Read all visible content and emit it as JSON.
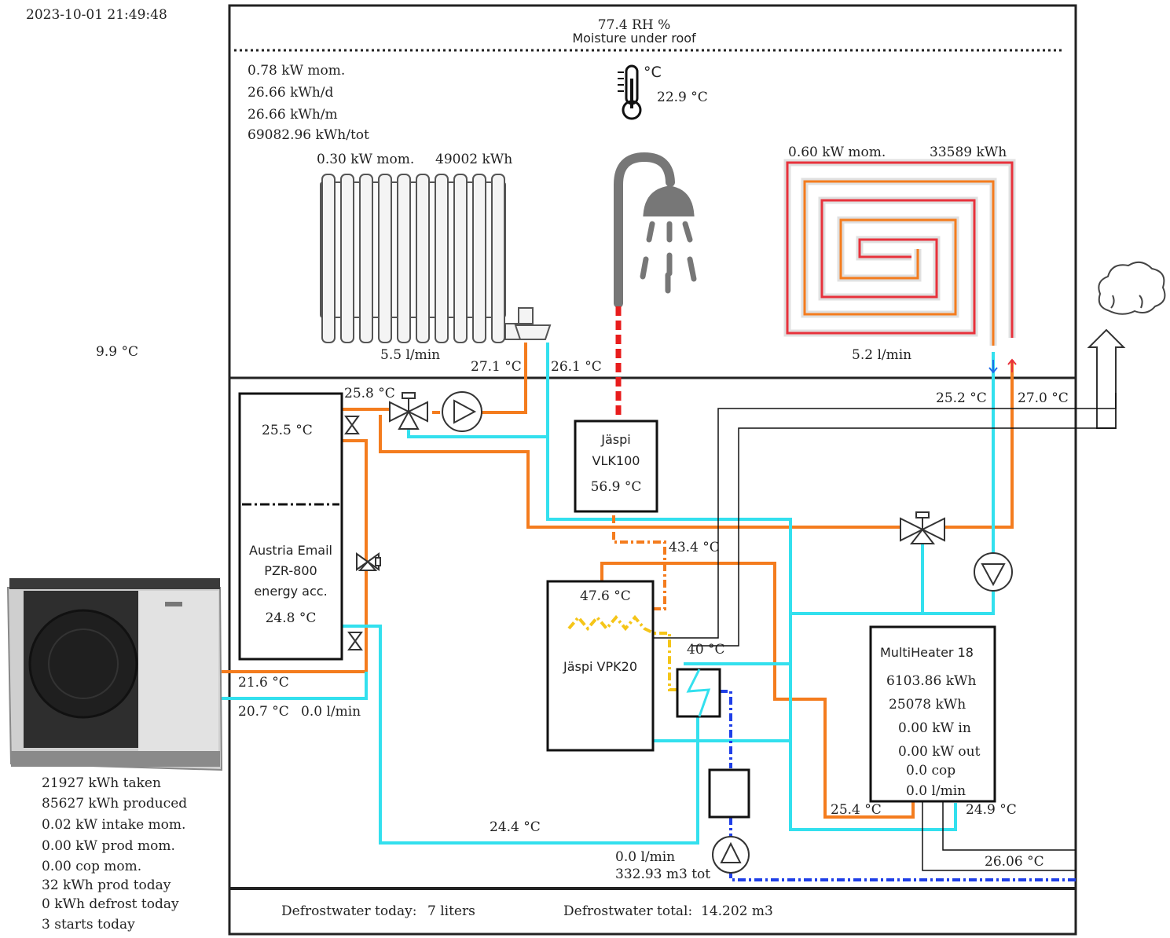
{
  "timestamp": "2023-10-01 21:49:48",
  "outdoor_temp": "9.9 °C",
  "roof": {
    "humidity": "77.4 RH %",
    "label": "Moisture under roof"
  },
  "house_power": {
    "mom": "0.78 kW mom.",
    "day": "26.66 kWh/d",
    "month": "26.66 kWh/m",
    "total": "69082.96 kWh/tot"
  },
  "indoor_temp": "22.9 °C",
  "thermometer_unit": "°C",
  "radiator": {
    "power": "0.30 kW mom.",
    "energy": "49002 kWh",
    "flow": "5.5 l/min",
    "supply_temp": "27.1 °C",
    "return_temp": "26.1 °C"
  },
  "floor_heating": {
    "power": "0.60 kW mom.",
    "energy": "33589 kWh",
    "flow": "5.2 l/min",
    "return_temp": "25.2 °C",
    "supply_temp": "27.0 °C"
  },
  "accumulator": {
    "top_temp": "25.5 °C",
    "name_line1": "Austria Email",
    "name_line2": "PZR-800",
    "name_line3": "energy acc.",
    "bottom_temp": "24.8 °C",
    "outlet_temp": "25.8 °C"
  },
  "heatpump": {
    "supply_temp": "21.6 °C",
    "return_temp": "20.7  °C",
    "flow": "0.0 l/min",
    "stats": [
      "21927 kWh taken",
      "85627 kWh produced",
      "0.02 kW intake mom.",
      "0.00 kW prod mom.",
      "0.00 cop mom.",
      "32 kWh prod today",
      "0  kWh defrost today",
      "3 starts today"
    ]
  },
  "vlk100": {
    "line1": "Jäspi",
    "line2": "VLK100",
    "temp": "56.9 °C"
  },
  "vpk20": {
    "name": "Jäspi VPK20",
    "top_temp": "47.6 °C",
    "pipe_temp": "43.4 °C",
    "hx_temp": "40 °C"
  },
  "multiheater": {
    "name": "MultiHeater 18",
    "energy1": "6103.86 kWh",
    "energy2": "25078 kWh",
    "kw_in": "0.00 kW in",
    "kw_out": "0.00 kW out",
    "cop": "0.0 cop",
    "flow": "0.0 l/min",
    "return_temp": "25.4 °C",
    "supply_temp": "24.9 °C",
    "ground_temp": "26.06 °C"
  },
  "pipe_temp_bottom": "24.4 °C",
  "water": {
    "flow": "0.0 l/min",
    "total": "332.93 m3 tot"
  },
  "defrost": {
    "today_label": "Defrostwater today:",
    "today_value": "7 liters",
    "total_label": "Defrostwater total:",
    "total_value": "14.202 m3"
  },
  "colors": {
    "hot": "#f47c1e",
    "cold": "#33e0ee",
    "water": "#1f3fe8",
    "dhw": "#e81c1c",
    "gas": "#f5c518",
    "frame": "#222222",
    "floor_red": "#e8323c"
  }
}
